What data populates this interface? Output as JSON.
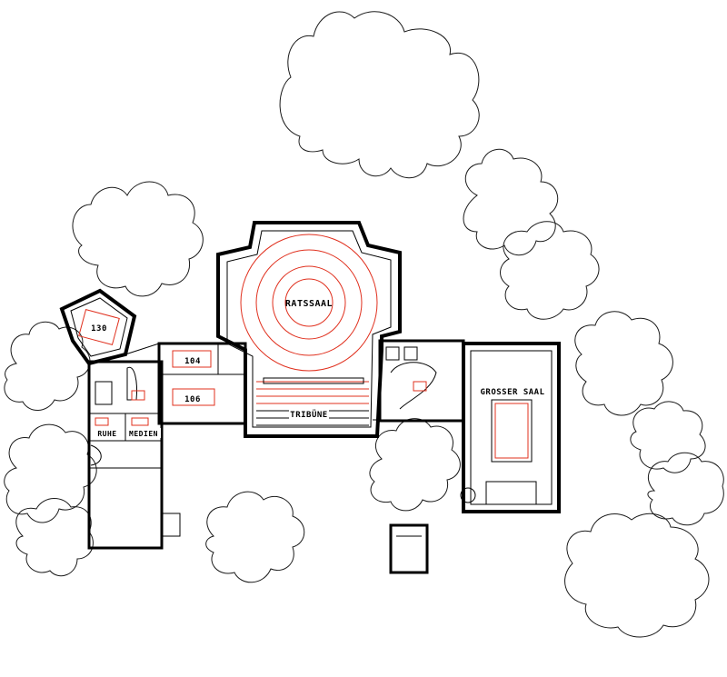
{
  "labels": {
    "ratssaal": "RATSSAAL",
    "tribuene": "TRIBÜNE",
    "grosser_saal": "GROSSER SAAL",
    "room_130": "130",
    "room_104": "104",
    "room_106": "106",
    "ruhe": "RUHE",
    "medien": "MEDIEN"
  },
  "colors": {
    "walls": "#000000",
    "furniture": "#e0301e",
    "trees": "#1a1a1a",
    "background": "#ffffff"
  }
}
